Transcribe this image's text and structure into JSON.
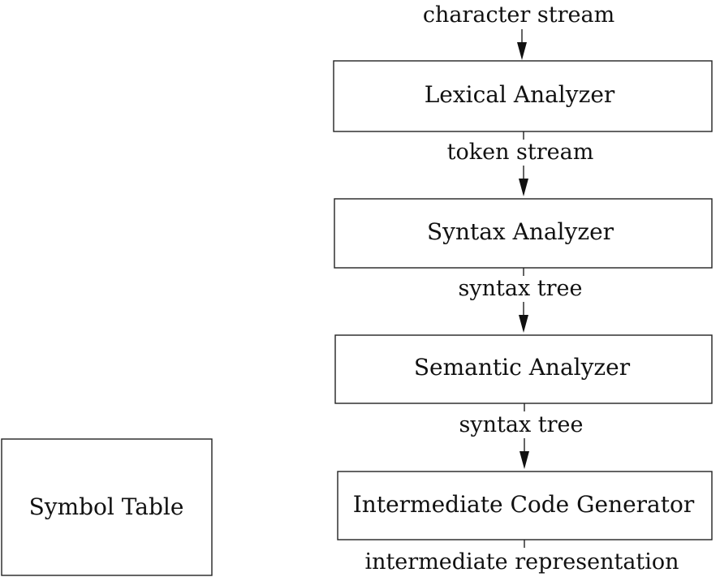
{
  "nodes": [
    {
      "id": "lexical_analyzer",
      "label": "Lexical Analyzer"
    },
    {
      "id": "syntax_analyzer",
      "label": "Syntax Analyzer"
    },
    {
      "id": "semantic_analyzer",
      "label": "Semantic Analyzer"
    },
    {
      "id": "intermediate_code_generator",
      "label": "Intermediate Code Generator"
    },
    {
      "id": "symbol_table",
      "label": "Symbol Table"
    }
  ],
  "edges": [
    {
      "from": "",
      "to": "lexical_analyzer",
      "label": "character stream"
    },
    {
      "from": "lexical_analyzer",
      "to": "syntax_analyzer",
      "label": "token stream"
    },
    {
      "from": "syntax_analyzer",
      "to": "semantic_analyzer",
      "label": "syntax tree"
    },
    {
      "from": "semantic_analyzer",
      "to": "intermediate_code_generator",
      "label": "syntax tree"
    },
    {
      "from": "intermediate_code_generator",
      "to": "",
      "label": "intermediate representation"
    }
  ]
}
